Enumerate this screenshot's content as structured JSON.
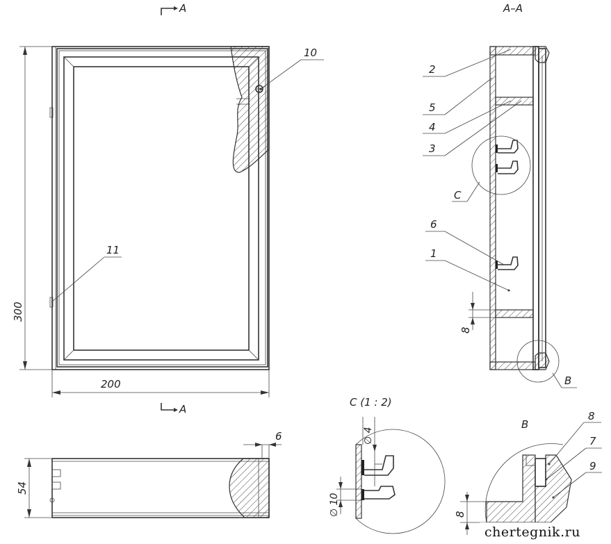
{
  "section_marks": {
    "top_arrow": "A",
    "bottom_arrow": "A",
    "section_title": "A–A"
  },
  "dimensions": {
    "height": "300",
    "width": "200",
    "depth": "54",
    "thickness": "6",
    "shelf": "8",
    "detail_b_offset": "8",
    "hole_diameter": "∅ 4",
    "hook_diameter": "∅ 10"
  },
  "callouts": {
    "c1": "1",
    "c2": "2",
    "c3": "3",
    "c4": "4",
    "c5": "5",
    "c6": "6",
    "c7": "7",
    "c8": "8",
    "c9": "9",
    "c10": "10",
    "c11": "11"
  },
  "details": {
    "c_marker": "C",
    "c_title": "C (1 : 2)",
    "b_marker": "B",
    "b_title": "B"
  },
  "watermark": "chertegnik.ru"
}
